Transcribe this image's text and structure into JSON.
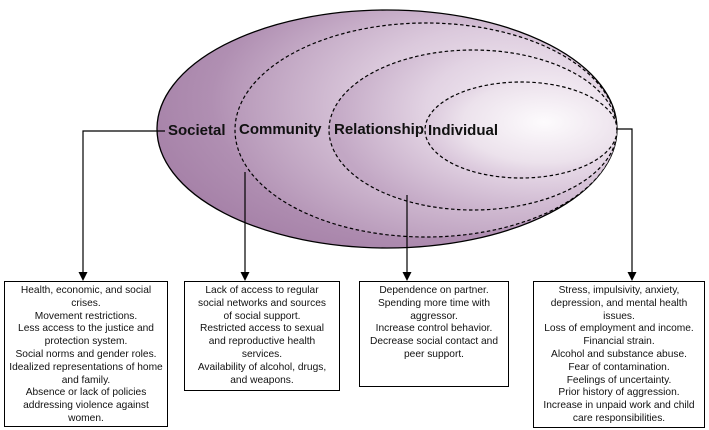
{
  "levels": {
    "societal": "Societal",
    "community": "Community",
    "relationship": "Relationship",
    "individual": "Individual"
  },
  "colors": {
    "outer_fill": "#a47fa6",
    "inner_highlight": "#f7f2f7",
    "stroke": "#000000"
  },
  "boxes": {
    "societal": {
      "lines": [
        "Health, economic, and social",
        "crises.",
        "Movement restrictions.",
        "Less access to the justice and",
        "protection  system.",
        "Social norms and gender roles.",
        "Idealized representations of home",
        "and family.",
        "Absence or lack of policies",
        "addressing violence against",
        "women."
      ]
    },
    "community": {
      "lines": [
        "Lack of access to regular",
        "social networks and sources",
        "of social support.",
        "Restricted access to sexual",
        "and reproductive health",
        "services.",
        "Availability of alcohol, drugs,",
        "and weapons."
      ]
    },
    "relationship": {
      "lines": [
        "Dependence on partner.",
        "Spending more time with",
        "aggressor.",
        "Increase control behavior.",
        "Decrease social contact and",
        "peer support."
      ]
    },
    "individual": {
      "lines": [
        "Stress, impulsivity, anxiety,",
        "depression, and mental health",
        "issues.",
        "Loss of employment and income.",
        "Financial strain.",
        "Alcohol and substance abuse.",
        "Fear of contamination.",
        "Feelings of uncertainty.",
        "Prior history of aggression.",
        "Increase in unpaid work and child",
        "care responsibilities."
      ]
    }
  }
}
